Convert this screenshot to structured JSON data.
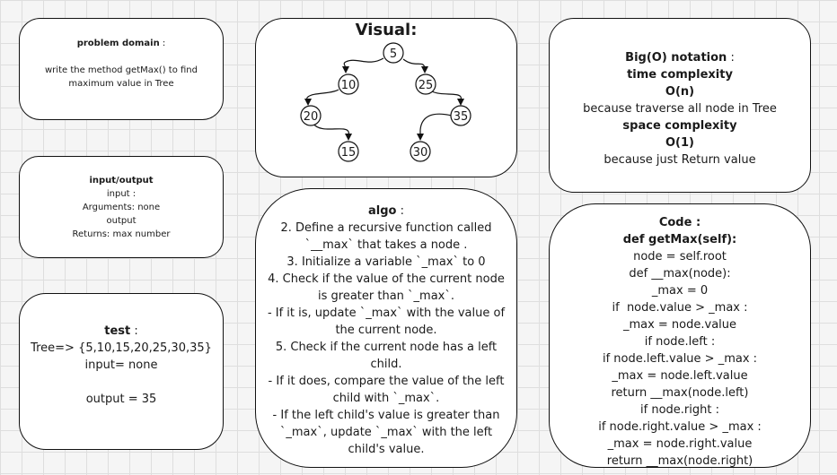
{
  "problem_domain": {
    "heading": "problem domain",
    "colon": " :",
    "body": "write the method getMax() to find maximum value in Tree"
  },
  "input_output": {
    "heading": "input/output",
    "lines": [
      "input :",
      "Arguments: none",
      "output",
      "Returns: max number"
    ]
  },
  "test": {
    "heading": "test",
    "colon": " :",
    "lines": [
      "Tree=> {5,10,15,20,25,30,35}",
      "input= none",
      "",
      "output = 35"
    ]
  },
  "visual": {
    "heading": "Visual:",
    "nodes": [
      "5",
      "10",
      "25",
      "20",
      "35",
      "15",
      "30"
    ]
  },
  "algo": {
    "heading": "algo",
    "colon": " :",
    "lines": [
      "2. Define a recursive function called `__max` that takes a node .",
      "3. Initialize a variable `_max` to 0",
      "4. Check if the value of the current node is greater than `_max`.",
      "- If it is, update `_max` with the value of the current node.",
      "5. Check if the current node has a left child.",
      "- If it does, compare the value of the left child with `_max`.",
      "- If the left child's value is greater than `_max`, update `_max` with the left child's value."
    ]
  },
  "big_o": {
    "heading": "Big(O) notation",
    "colon": " :",
    "time_label": "time complexity",
    "time_value": "O(n)",
    "time_reason": "because traverse all node in Tree",
    "space_label": "space complexity",
    "space_value": "O(1)",
    "space_reason": "because just Return value"
  },
  "code": {
    "heading": "Code :",
    "lines": [
      "def getMax(self):",
      "node = self.root",
      "def __max(node):",
      "_max = 0",
      "if  node.value > _max :",
      "_max = node.value",
      "if node.left :",
      "if node.left.value > _max :",
      "_max = node.left.value",
      "return __max(node.left)",
      "if node.right :",
      "if node.right.value > _max :",
      "_max = node.right.value",
      "return __max(node.right)"
    ]
  }
}
